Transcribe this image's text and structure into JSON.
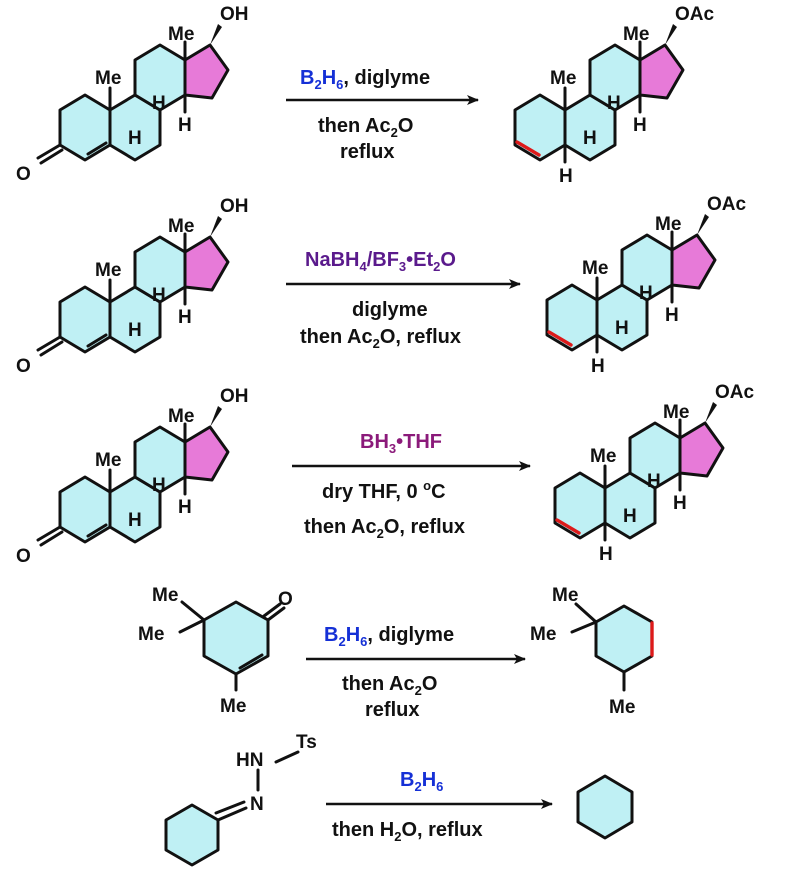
{
  "colors": {
    "ring_fill": "#bff0f4",
    "five_ring_fill": "#e77ad8",
    "new_double_bond": "#dd1a1a",
    "reagent_blue": "#1530d6",
    "reagent_purple": "#5a1a8c",
    "reagent_magenta": "#8b1a7a",
    "stereo_h_blue": "#1530d6"
  },
  "labels": {
    "me": "Me",
    "oh": "OH",
    "oac": "OAc",
    "h": "H",
    "o": "O",
    "ts": "Ts",
    "hn": "HN",
    "n": "N"
  },
  "reactions": [
    {
      "reagent_parts": [
        "B",
        "2",
        "H",
        "6",
        ", diglyme"
      ],
      "conditions": [
        "then Ac",
        "2",
        "O",
        "reflux"
      ]
    },
    {
      "reagent_parts": [
        "NaBH",
        "4",
        "/BF",
        "3",
        "•Et",
        "2",
        "O"
      ],
      "conditions": [
        "diglyme",
        "then Ac",
        "2",
        "O, reflux"
      ]
    },
    {
      "reagent_parts": [
        "BH",
        "3",
        "•THF"
      ],
      "conditions": [
        "dry THF, 0 ",
        "o",
        "C",
        "then Ac",
        "2",
        "O, reflux"
      ]
    },
    {
      "reagent_parts": [
        "B",
        "2",
        "H",
        "6",
        ", diglyme"
      ],
      "conditions": [
        "then Ac",
        "2",
        "O",
        "reflux"
      ]
    },
    {
      "reagent_parts": [
        "B",
        "2",
        "H",
        "6"
      ],
      "conditions": [
        "then H",
        "2",
        "O, reflux"
      ]
    }
  ]
}
